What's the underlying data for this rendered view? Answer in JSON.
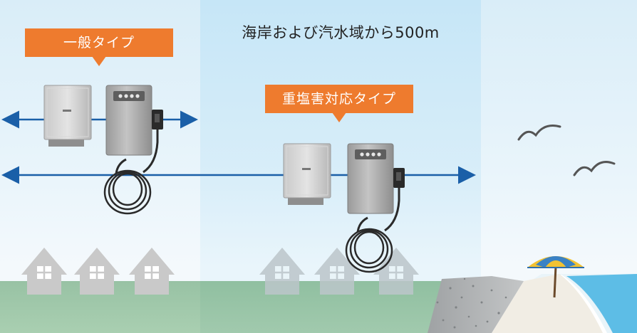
{
  "zone_title": "海岸および汽水域から500m",
  "callout_general": "一般タイプ",
  "callout_salt": "重塩害対応タイプ",
  "colors": {
    "arrow": "#1a5fa8",
    "callout": "#ee7b2e",
    "house": "#c9c9c9",
    "ground": "#a5c9ad",
    "sea": "#5dbde6",
    "sand": "#f1ede4"
  },
  "icons": [
    "power-conditioner-icon",
    "ev-charger-icon",
    "house-icon",
    "bird-icon",
    "parasol-icon"
  ]
}
